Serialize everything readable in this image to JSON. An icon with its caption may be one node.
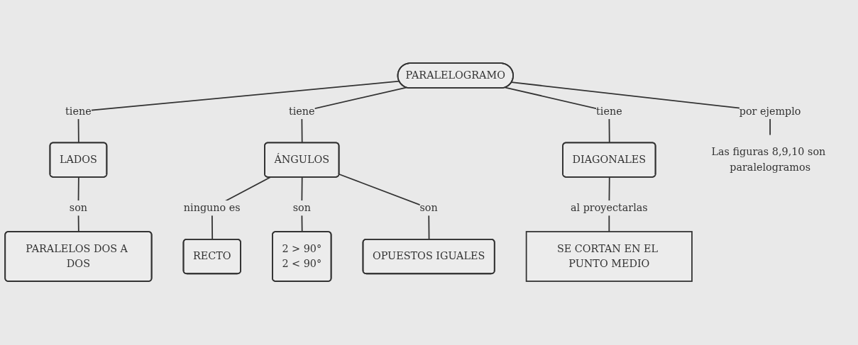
{
  "diagram": {
    "nodes": [
      {
        "text": [
          "PARALELOGRAMO"
        ]
      },
      {
        "text": [
          "LADOS"
        ]
      },
      {
        "text": [
          "ÁNGULOS"
        ]
      },
      {
        "text": [
          "DIAGONALES"
        ]
      },
      {
        "text": [
          "PARALELOS DOS A DOS"
        ]
      },
      {
        "text": [
          "RECTO"
        ]
      },
      {
        "text": [
          "2 > 90°",
          "2 < 90°"
        ]
      },
      {
        "text": [
          "OPUESTOS IGUALES"
        ]
      },
      {
        "text": [
          "SE CORTAN EN EL PUNTO MEDIO"
        ]
      },
      {
        "text": [
          "Las figuras 8,9,10 son paralelogramos"
        ]
      }
    ],
    "edges": [
      {
        "from": 0,
        "to": 9,
        "arrow": "none",
        "label": "por ejemplo"
      },
      {
        "from": 0,
        "to": 1,
        "arrow": "none",
        "label": "tiene"
      },
      {
        "from": 0,
        "to": 2,
        "arrow": "none",
        "label": "tiene"
      },
      {
        "from": 0,
        "to": 3,
        "arrow": "none",
        "label": "tiene"
      },
      {
        "from": 1,
        "to": 4,
        "arrow": "none",
        "label": "son"
      },
      {
        "from": 2,
        "to": 5,
        "arrow": "none",
        "label": "ninguno es"
      },
      {
        "from": 2,
        "to": 6,
        "arrow": "none",
        "label": "son"
      },
      {
        "from": 2,
        "to": 7,
        "arrow": "none",
        "label": "son"
      },
      {
        "from": 3,
        "to": 8,
        "arrow": "none",
        "label": "al proyectarlas"
      }
    ]
  }
}
